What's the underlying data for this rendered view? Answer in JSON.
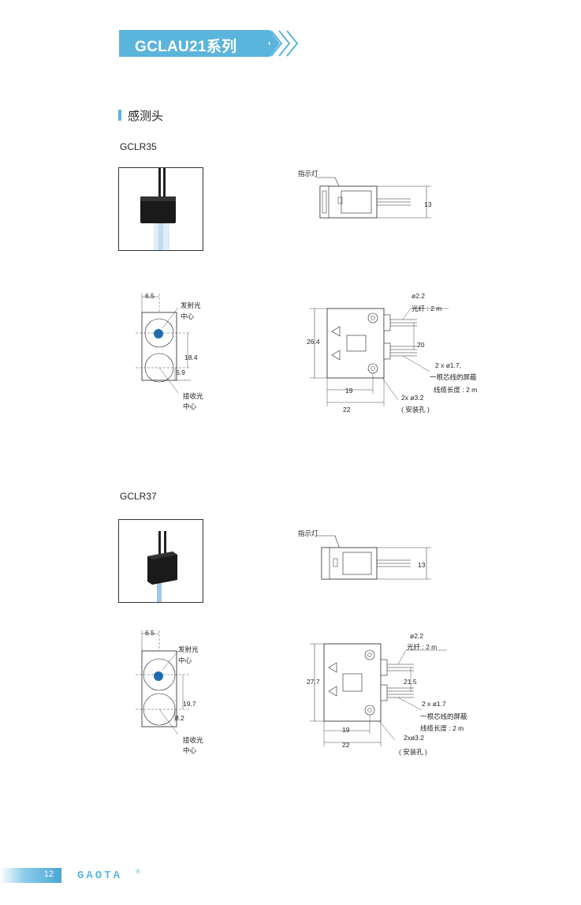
{
  "header": {
    "title": "GCLAU21系列"
  },
  "section": {
    "title": "感测头"
  },
  "models": [
    {
      "name": "GCLR35",
      "side_view": {
        "indicator_label": "指示灯",
        "height": "13"
      },
      "front_view": {
        "width": "6.5",
        "emit_label_1": "发射光",
        "emit_label_2": "中心",
        "pitch": "18.4",
        "offset": "6.9",
        "recv_label_1": "接收光",
        "recv_label_2": "中心"
      },
      "top_view": {
        "fiber_dia": "ø2.2",
        "fiber_len": "光纤 : 2 m",
        "height": "26.4",
        "fiber_pitch": "20",
        "cable_dia": "2 x ø1.7,",
        "cable_type": "一根芯线的屏蔽",
        "cable_len": "线缆长度 : 2 m",
        "hole": "2x ø3.2",
        "hole_note": "( 安装孔 )",
        "inner_width": "19",
        "width": "22"
      }
    },
    {
      "name": "GCLR37",
      "side_view": {
        "indicator_label": "指示灯",
        "height": "13"
      },
      "front_view": {
        "width": "6.5",
        "emit_label_1": "发射光",
        "emit_label_2": "中心",
        "pitch": "19.7",
        "offset": "8.2",
        "recv_label_1": "接收光",
        "recv_label_2": "中心"
      },
      "top_view": {
        "fiber_dia": "ø2.2",
        "fiber_len": "光纤 : 2 m",
        "height": "27.7",
        "fiber_pitch": "21.5",
        "cable_dia": "2 x ø1.7",
        "cable_type": "一根芯线的屏蔽",
        "cable_len": "线缆长度 : 2 m",
        "hole": "2xø3.2",
        "hole_note": "( 安装孔 )",
        "inner_width": "19",
        "width": "22"
      }
    }
  ],
  "footer": {
    "page": "12",
    "logo": "GAOTA",
    "reg": "®"
  },
  "colors": {
    "accent": "#5ab4dc",
    "emitter": "#1f6fb3"
  }
}
